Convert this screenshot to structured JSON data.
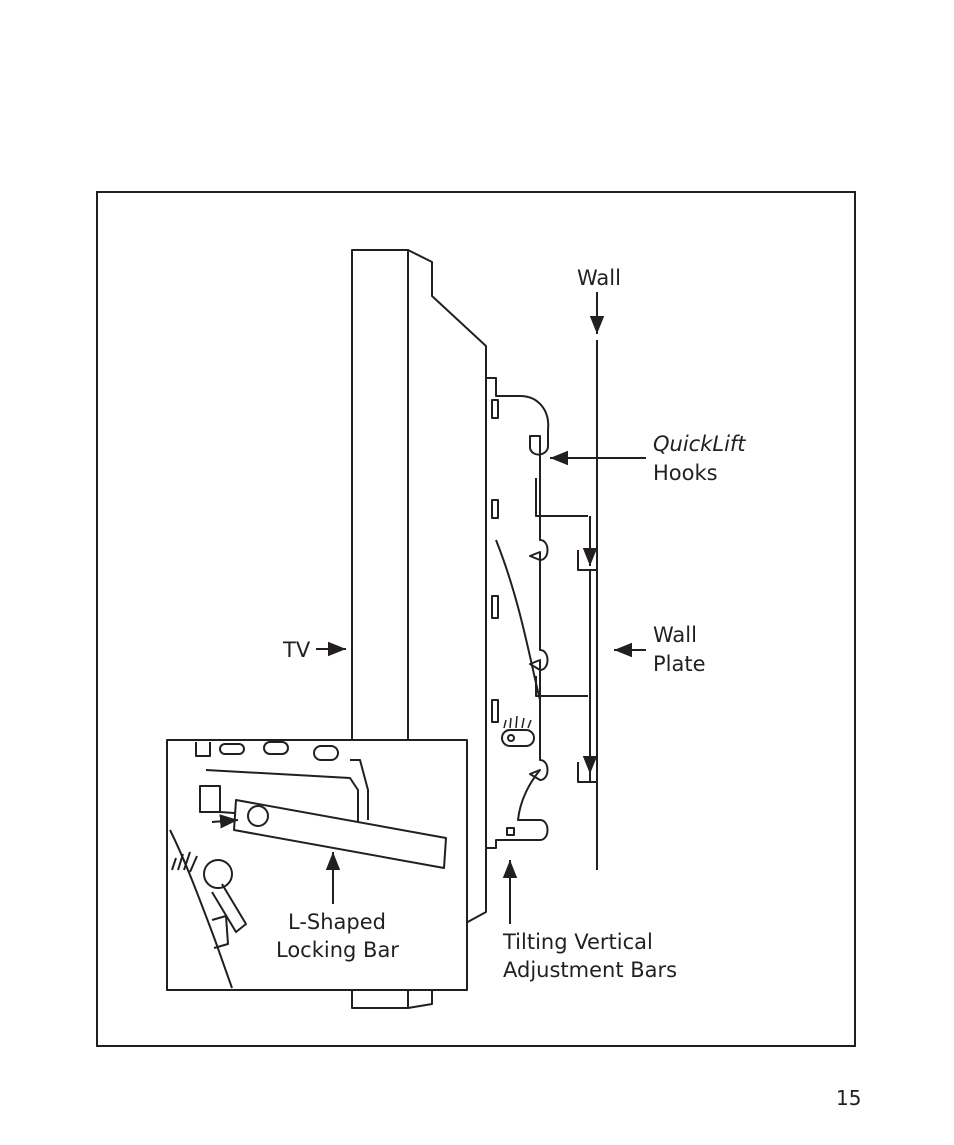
{
  "labels": {
    "wall": "Wall",
    "quicklift_italic": "QuickLift",
    "quicklift_hooks": "Hooks",
    "wall_plate_1": "Wall",
    "wall_plate_2": "Plate",
    "tv": "TV",
    "locking_bar_1": "L-Shaped",
    "locking_bar_2": "Locking Bar",
    "tilting_1": "Tilting Vertical",
    "tilting_2": "Adjustment Bars"
  },
  "page_number": "15",
  "colors": {
    "ink": "#231f20",
    "paper": "#ffffff"
  }
}
